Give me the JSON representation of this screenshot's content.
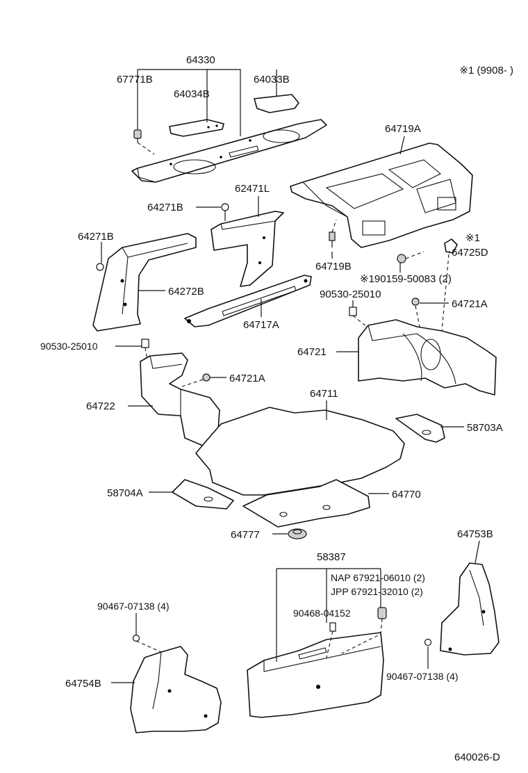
{
  "diagram": {
    "note": "※1 (9908-        )",
    "drawing_number": "640026-D",
    "labels": {
      "p64330": "64330",
      "p67771b": "67771B",
      "p64034b": "64034B",
      "p64033b": "64033B",
      "p64719a": "64719A",
      "p62471l": "62471L",
      "p64271b_upper": "64271B",
      "p64271b_left": "64271B",
      "p64272b": "64272B",
      "p64717a": "64717A",
      "p64719b": "64719B",
      "mark1": "※1",
      "p64725d": "64725D",
      "p190159": "※190159-50083 (2)",
      "p90530_right": "90530-25010",
      "p64721a_right": "64721A",
      "p64721": "64721",
      "p90530_left": "90530-25010",
      "p64721a_left": "64721A",
      "p64722": "64722",
      "p64711": "64711",
      "p58703a": "58703A",
      "p58704a": "58704A",
      "p64770": "64770",
      "p64777": "64777",
      "p64753b": "64753B",
      "p58387": "58387",
      "nap": "NAP 67921-06010 (2)",
      "jpp": "JPP 67921-32010 (2)",
      "p90467_left": "90467-07138 (4)",
      "p90468": "90468-04152",
      "p64754b": "64754B",
      "p90467_right": "90467-07138 (4)"
    }
  }
}
